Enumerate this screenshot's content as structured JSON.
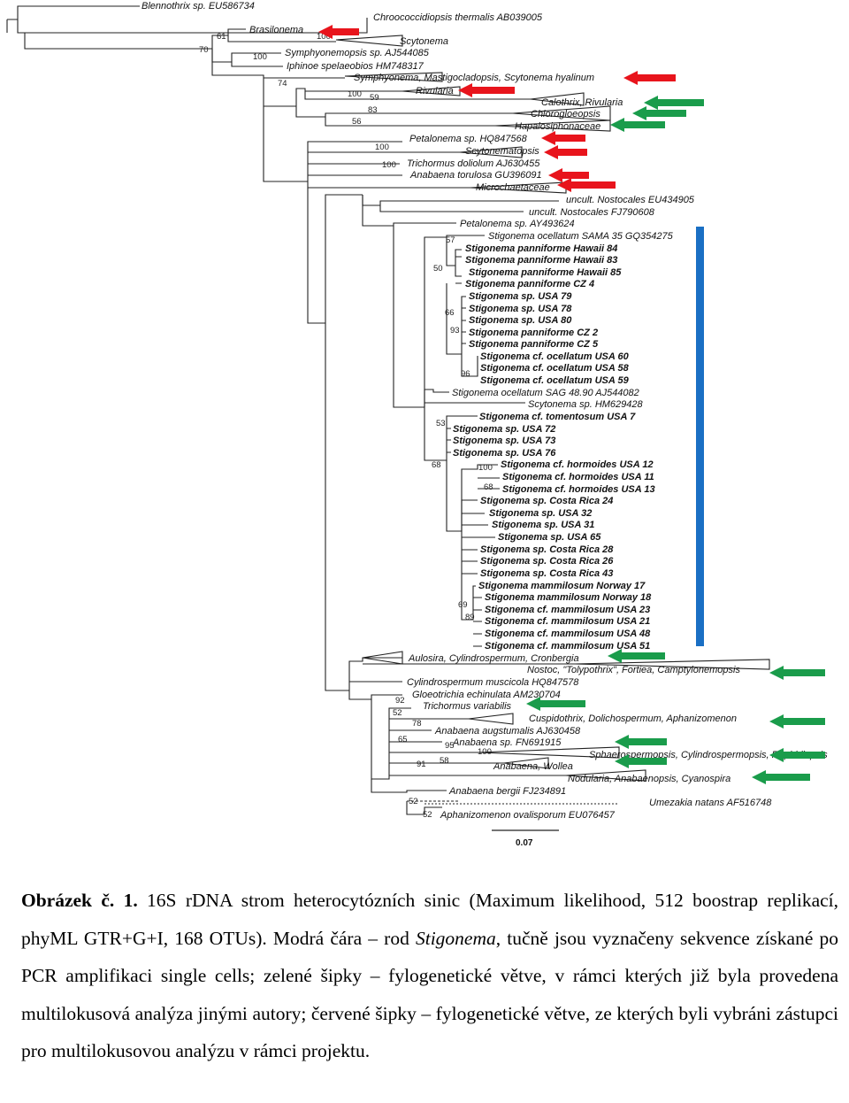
{
  "figure": {
    "labels": [
      {
        "id": "l1",
        "text": "Blennothrix sp. EU586734"
      },
      {
        "id": "l2",
        "text": "Chroococcidiopsis thermalis AB039005"
      },
      {
        "id": "l3",
        "text": "Brasilonema"
      },
      {
        "id": "l4",
        "text": "Scytonema"
      },
      {
        "id": "l5",
        "text": "Symphyonemopsis sp. AJ544085"
      },
      {
        "id": "l6",
        "text": "Iphinoe spelaeobios HM748317"
      },
      {
        "id": "l7",
        "text": "Symphyonema, Mastigocladopsis, Scytonema hyalinum"
      },
      {
        "id": "l8",
        "text": "Rivularia"
      },
      {
        "id": "l9",
        "text": "Calothrix, Rivularia"
      },
      {
        "id": "l10",
        "text": "Chlorogloeopsis"
      },
      {
        "id": "l11",
        "text": "Hapalosiphonaceae"
      },
      {
        "id": "l12",
        "text": "Petalonema sp. HQ847568"
      },
      {
        "id": "l13",
        "text": "Scytonematopsis"
      },
      {
        "id": "l14",
        "text": "Trichormus doliolum AJ630455"
      },
      {
        "id": "l15",
        "text": "Anabaena torulosa GU396091"
      },
      {
        "id": "l16",
        "text": "Microchaetaceae"
      },
      {
        "id": "l17",
        "text": "uncult. Nostocales EU434905"
      },
      {
        "id": "l18",
        "text": "uncult. Nostocales FJ790608"
      },
      {
        "id": "l19",
        "text": "Petalonema sp. AY493624"
      },
      {
        "id": "l20",
        "text": "Stigonema ocellatum SAMA 35 GQ354275"
      },
      {
        "id": "l21",
        "text": "Stigonema panniforme Hawaii 84"
      },
      {
        "id": "l22",
        "text": "Stigonema panniforme Hawaii 83"
      },
      {
        "id": "l23",
        "text": "Stigonema panniforme Hawaii 85"
      },
      {
        "id": "l24",
        "text": "Stigonema panniforme CZ 4"
      },
      {
        "id": "l25",
        "text": "Stigonema sp. USA 79"
      },
      {
        "id": "l26",
        "text": "Stigonema sp. USA 78"
      },
      {
        "id": "l27",
        "text": "Stigonema sp. USA 80"
      },
      {
        "id": "l28",
        "text": "Stigonema panniforme CZ 2"
      },
      {
        "id": "l29",
        "text": "Stigonema panniforme CZ 5"
      },
      {
        "id": "l30",
        "text": "Stigonema cf. ocellatum USA 60"
      },
      {
        "id": "l31",
        "text": "Stigonema cf. ocellatum USA 58"
      },
      {
        "id": "l32",
        "text": "Stigonema cf. ocellatum USA 59"
      },
      {
        "id": "l33",
        "text": "Stigonema ocellatum SAG 48.90 AJ544082"
      },
      {
        "id": "l34",
        "text": "Scytonema sp. HM629428"
      },
      {
        "id": "l35",
        "text": "Stigonema cf. tomentosum USA 7"
      },
      {
        "id": "l36",
        "text": "Stigonema sp. USA 72"
      },
      {
        "id": "l37",
        "text": "Stigonema sp. USA 73"
      },
      {
        "id": "l38",
        "text": "Stigonema sp. USA 76"
      },
      {
        "id": "l39",
        "text": "Stigonema cf. hormoides USA 12"
      },
      {
        "id": "l40",
        "text": "Stigonema cf. hormoides USA 11"
      },
      {
        "id": "l41",
        "text": "Stigonema cf. hormoides USA 13"
      },
      {
        "id": "l42",
        "text": "Stigonema sp. Costa Rica 24"
      },
      {
        "id": "l43",
        "text": "Stigonema sp. USA 32"
      },
      {
        "id": "l44",
        "text": "Stigonema sp. USA 31"
      },
      {
        "id": "l45",
        "text": "Stigonema sp. USA 65"
      },
      {
        "id": "l46",
        "text": "Stigonema sp. Costa Rica 28"
      },
      {
        "id": "l47",
        "text": "Stigonema sp. Costa Rica 26"
      },
      {
        "id": "l48",
        "text": "Stigonema sp. Costa Rica 43"
      },
      {
        "id": "l49",
        "text": "Stigonema mammilosum Norway 17"
      },
      {
        "id": "l50",
        "text": "Stigonema mammilosum Norway 18"
      },
      {
        "id": "l51",
        "text": "Stigonema cf. mammilosum USA 23"
      },
      {
        "id": "l52",
        "text": "Stigonema cf. mammilosum USA 21"
      },
      {
        "id": "l53",
        "text": "Stigonema cf. mammilosum USA 48"
      },
      {
        "id": "l54",
        "text": "Stigonema cf. mammilosum USA 51"
      },
      {
        "id": "l55",
        "text": "Aulosira, Cylindrospermum, Cronbergia"
      },
      {
        "id": "l56",
        "text": "Nostoc, \"Tolypothrix\", Fortiea, Camptylonemopsis"
      },
      {
        "id": "l57",
        "text": "Cylindrospermum muscicola HQ847578"
      },
      {
        "id": "l58",
        "text": "Gloeotrichia echinulata AM230704"
      },
      {
        "id": "l59",
        "text": "Trichormus variabilis"
      },
      {
        "id": "l60",
        "text": "Cuspidothrix, Dolichospermum, Aphanizomenon"
      },
      {
        "id": "l61",
        "text": "Anabaena augstumalis AJ630458"
      },
      {
        "id": "l62",
        "text": "Anabaena sp. FN691915"
      },
      {
        "id": "l63",
        "text": "Sphaerospermopsis, Cylindrospermopsis, Raphidiopsis"
      },
      {
        "id": "l64",
        "text": "Anabaena, Wollea"
      },
      {
        "id": "l65",
        "text": "Nodularia, Anabaenopsis, Cyanospira"
      },
      {
        "id": "l66",
        "text": "Anabaena bergii FJ234891"
      },
      {
        "id": "l67",
        "text": "Umezakia natans AF516748"
      },
      {
        "id": "l68",
        "text": "Aphanizomenon ovalisporum EU076457"
      }
    ],
    "support": [
      "70",
      "61",
      "100",
      "100",
      "74",
      "100",
      "59",
      "83",
      "56",
      "100",
      "100",
      "57",
      "50",
      "66",
      "93",
      "96",
      "53",
      "68",
      "100",
      "68",
      "69",
      "89",
      "92",
      "52",
      "78",
      "65",
      "95",
      "100",
      "91",
      "58",
      "52",
      "52"
    ],
    "scale_bar": "0.07",
    "colors": {
      "branch": "#222222",
      "stigonema_bar": "#1a6fc4",
      "red_arrow": "#e8141c",
      "green_arrow": "#1a9c4b"
    }
  },
  "caption": {
    "label": "Obrázek č. 1.",
    "part1": "16S rDNA strom heterocytózních sinic (Maximum likelihood, 512 boostrap replikací, phyML GTR+G+I, 168 OTUs). Modrá čára – rod",
    "genus": "Stigonema",
    "part2": ", tučně jsou vyznačeny sekvence získané po PCR amplifikaci single cells; zelené šipky – fylogenetické větve, v rámci kterých již byla provedena multilokusová analýza jinými autory; červené šipky – fylogenetické větve, ze kterých byli vybráni zástupci pro multilokusovou analýzu v rámci projektu."
  }
}
